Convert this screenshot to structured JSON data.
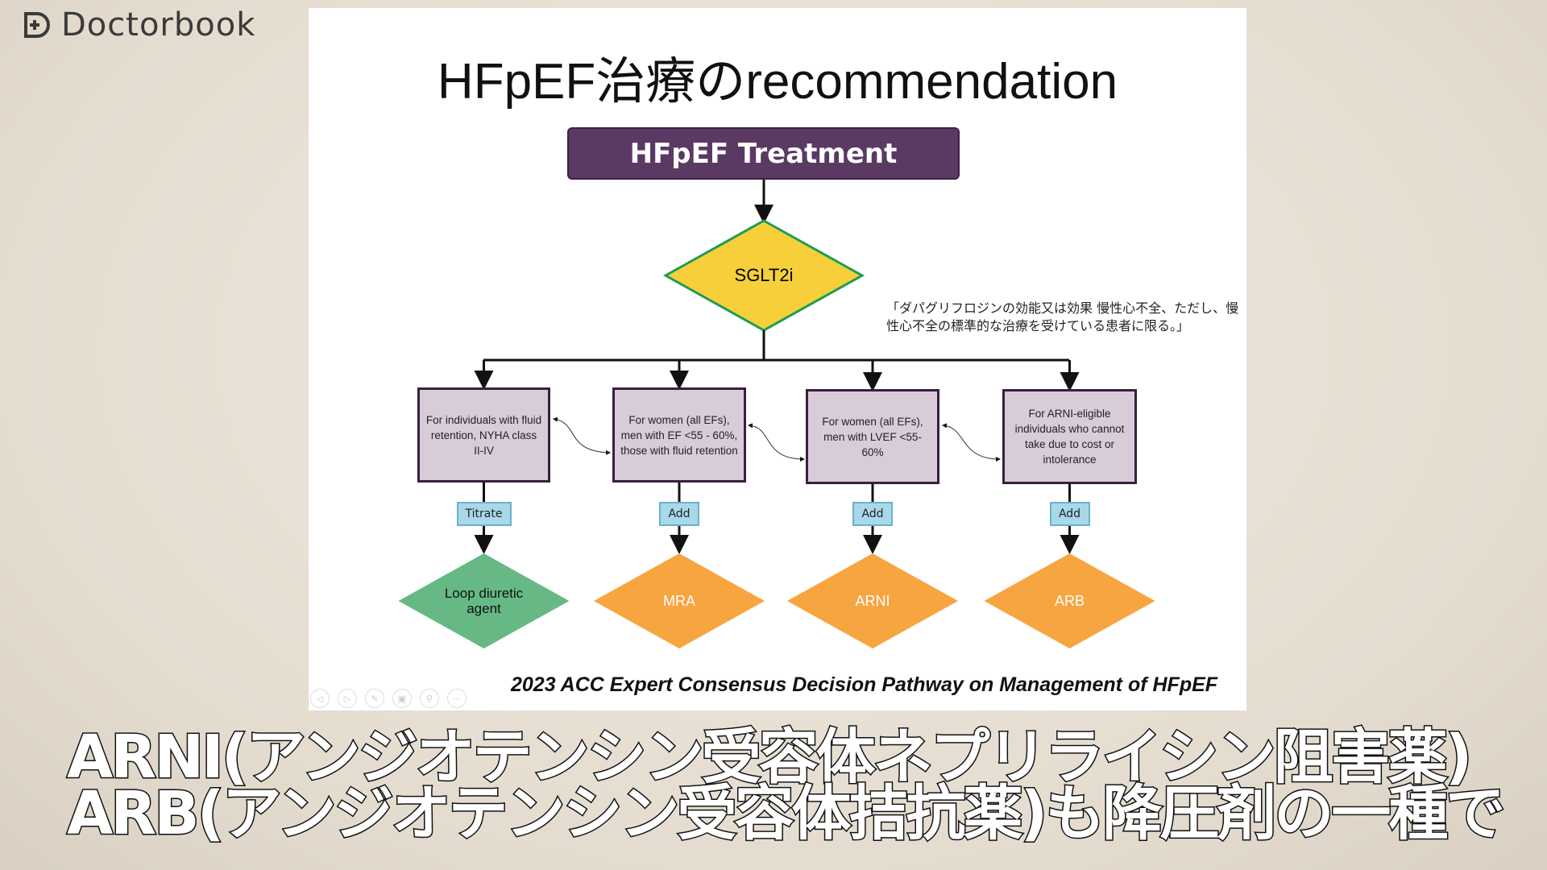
{
  "brand": {
    "name": "Doctorbook"
  },
  "slide": {
    "title": "HFpEF治療のrecommendation",
    "header": "HFpEF Treatment",
    "first_line": "SGLT2i",
    "note": "「ダパグリフロジンの効能又は効果 慢性心不全、ただし、慢性心不全の標準的な治療を受けている患者に限る。」",
    "branches": [
      {
        "criteria": "For individuals with fluid retention, NYHA class II-IV",
        "action": "Titrate",
        "drug": "Loop diuretic agent",
        "color": "#66b985"
      },
      {
        "criteria": "For women (all EFs), men with EF <55 - 60%, those with fluid retention",
        "action": "Add",
        "drug": "MRA",
        "color": "#f7a541"
      },
      {
        "criteria": "For women (all EFs), men with LVEF <55-60%",
        "action": "Add",
        "drug": "ARNI",
        "color": "#f7a541"
      },
      {
        "criteria": "For ARNI-eligible individuals who cannot take due to cost or intolerance",
        "action": "Add",
        "drug": "ARB",
        "color": "#f7a541"
      }
    ],
    "citation": "2023 ACC Expert Consensus Decision Pathway on Management of HFpEF",
    "controls": [
      "prev-icon",
      "next-icon",
      "pen-icon",
      "slides-icon",
      "zoom-icon",
      "more-icon"
    ]
  },
  "subtitles": [
    "ARNI(アンジオテンシン受容体ネプリライシン阻害薬)",
    "ARB(アンジオテンシン受容体拮抗薬)も降圧剤の一種で"
  ]
}
